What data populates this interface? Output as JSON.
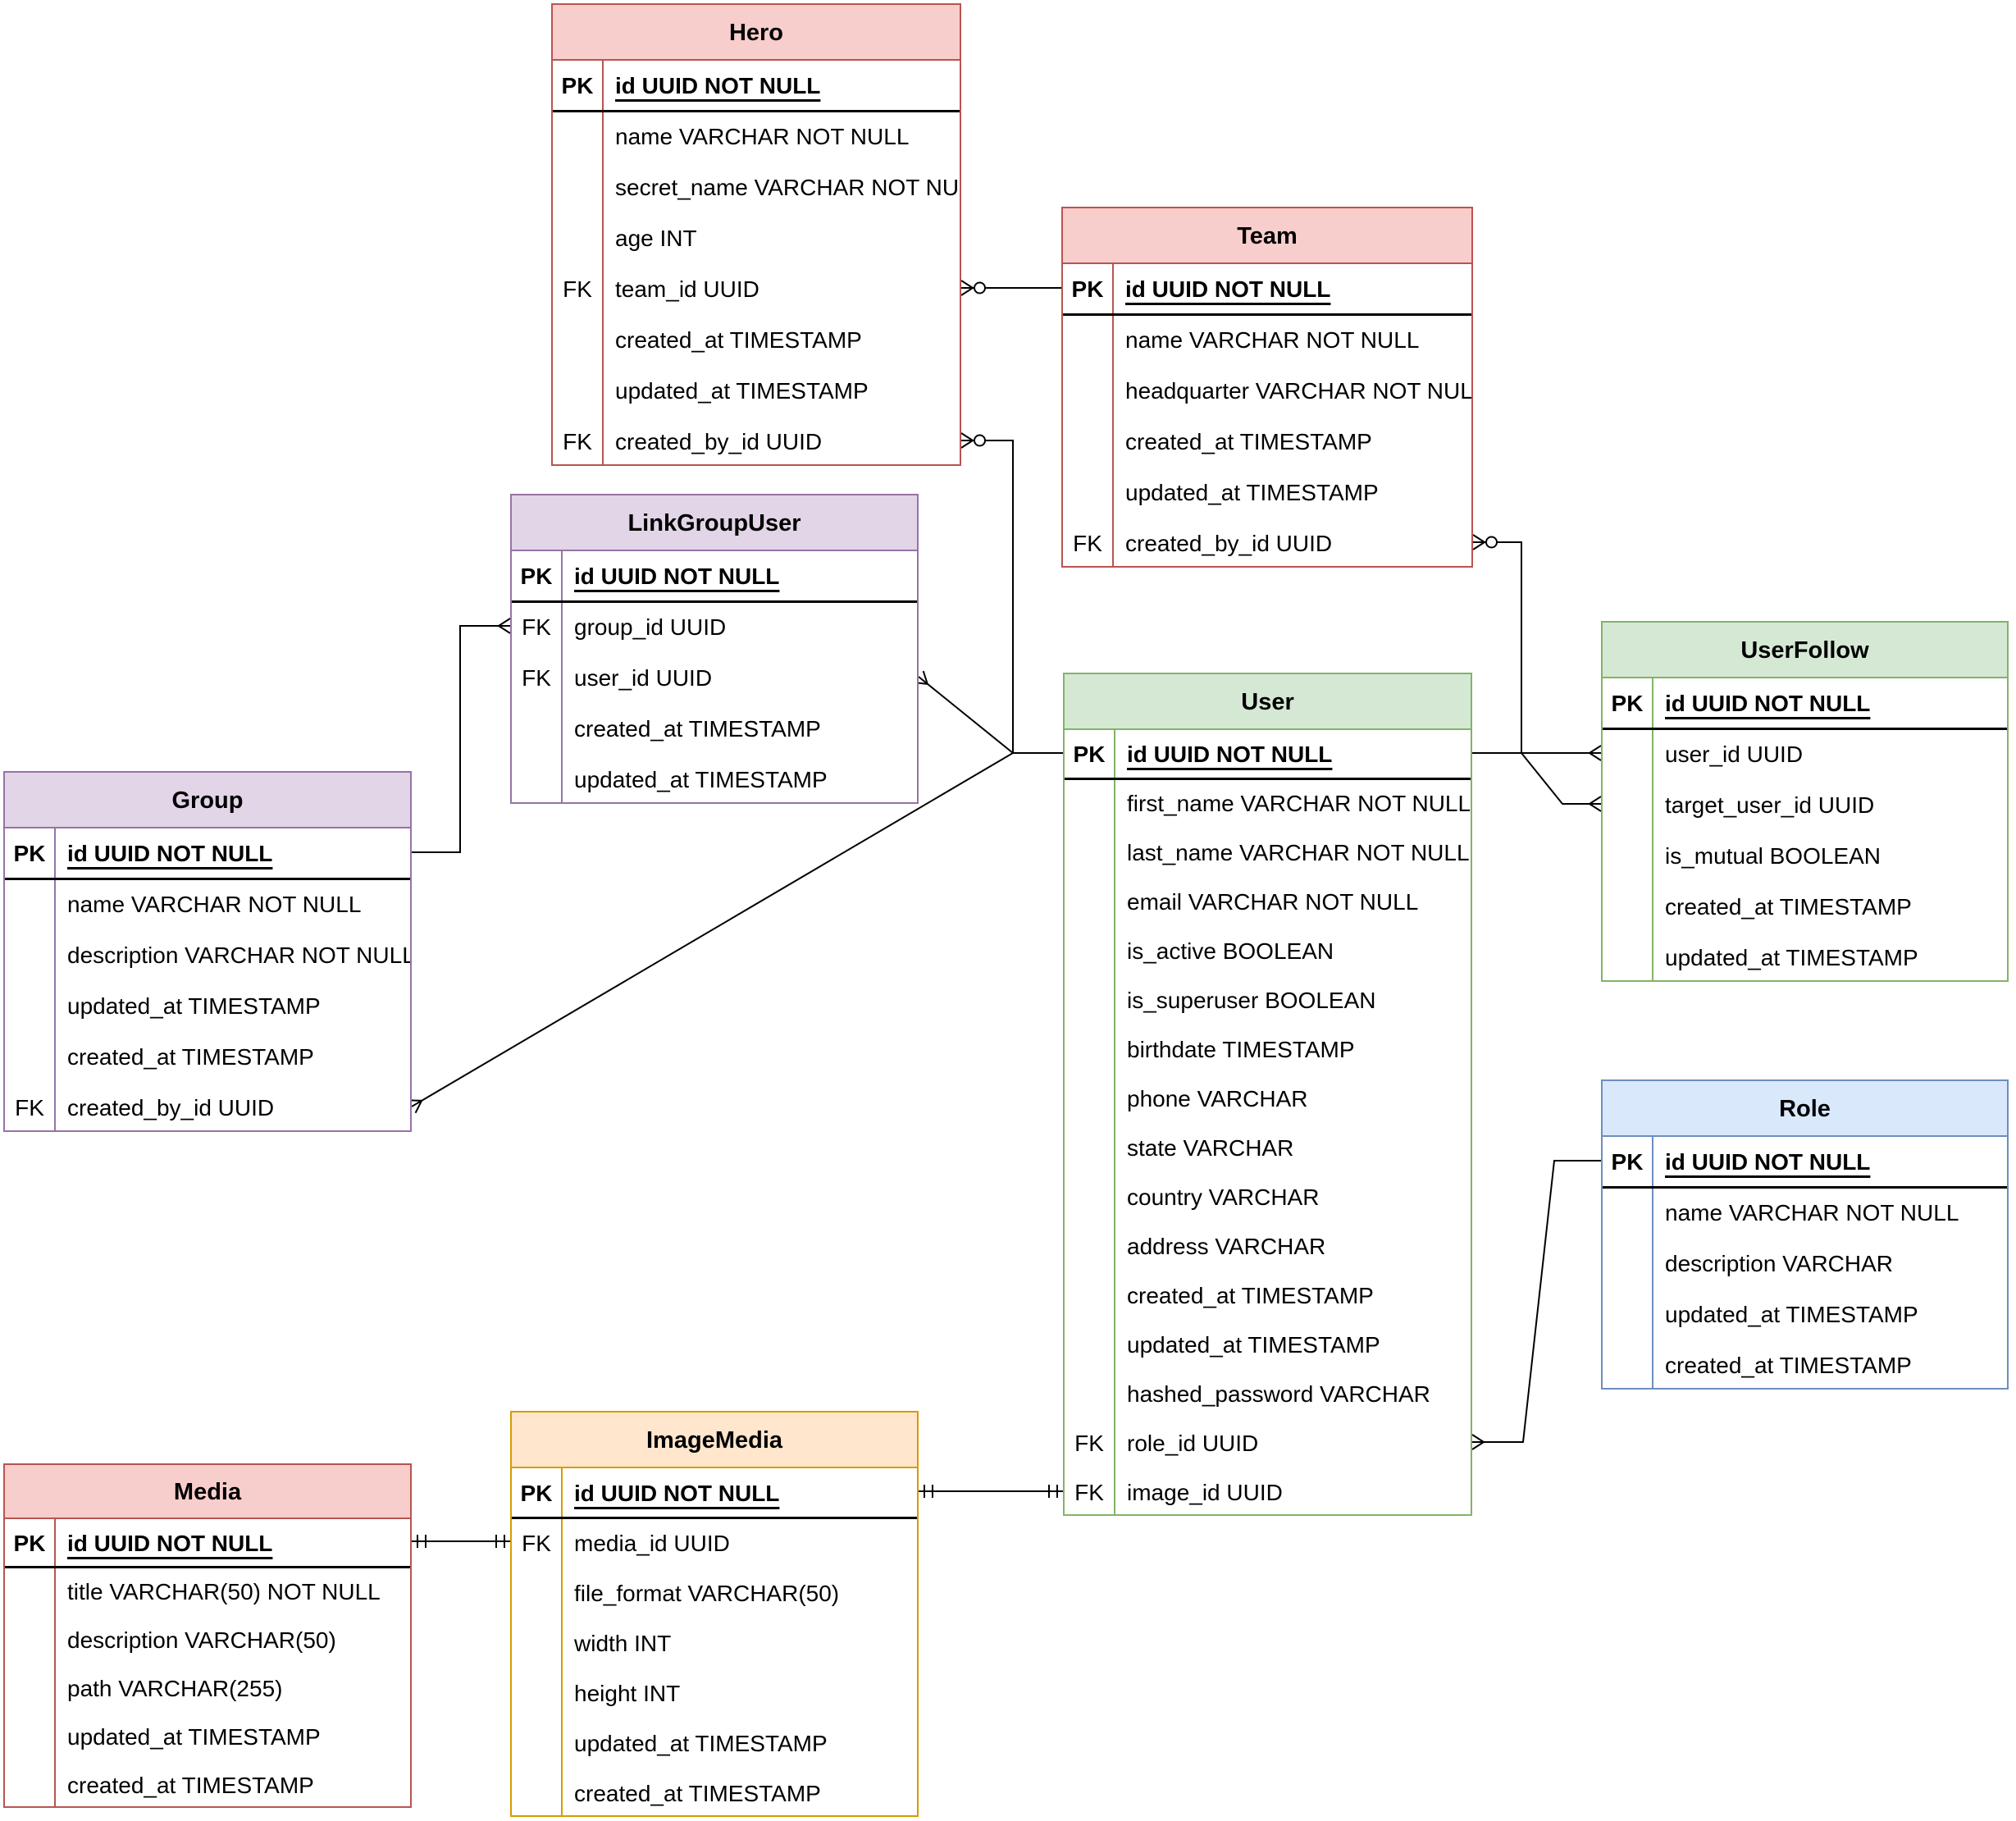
{
  "diagram": {
    "background": "#ffffff",
    "type": "entity-relationship"
  },
  "colors": {
    "red": {
      "fill": "#f8cecc",
      "stroke": "#b85450"
    },
    "purple": {
      "fill": "#e1d5e7",
      "stroke": "#9673a6"
    },
    "green": {
      "fill": "#d5e8d4",
      "stroke": "#82b366"
    },
    "blue": {
      "fill": "#dae8fc",
      "stroke": "#6c8ebf"
    },
    "orange": {
      "fill": "#ffe6cc",
      "stroke": "#d79b00"
    },
    "line": "#000000"
  },
  "tables": [
    {
      "id": "hero",
      "name": "Hero",
      "scheme": "red",
      "rows": [
        {
          "key": "PK",
          "text": "id UUID NOT NULL",
          "pk": true
        },
        {
          "key": "",
          "text": "name VARCHAR NOT NULL"
        },
        {
          "key": "",
          "text": "secret_name VARCHAR NOT NULL"
        },
        {
          "key": "",
          "text": "age INT"
        },
        {
          "key": "FK",
          "text": "team_id UUID"
        },
        {
          "key": "",
          "text": "created_at TIMESTAMP"
        },
        {
          "key": "",
          "text": "updated_at TIMESTAMP"
        },
        {
          "key": "FK",
          "text": "created_by_id UUID"
        }
      ]
    },
    {
      "id": "team",
      "name": "Team",
      "scheme": "red",
      "rows": [
        {
          "key": "PK",
          "text": "id UUID NOT NULL",
          "pk": true
        },
        {
          "key": "",
          "text": "name VARCHAR NOT NULL"
        },
        {
          "key": "",
          "text": "headquarter VARCHAR NOT NULL"
        },
        {
          "key": "",
          "text": "created_at TIMESTAMP"
        },
        {
          "key": "",
          "text": "updated_at TIMESTAMP"
        },
        {
          "key": "FK",
          "text": "created_by_id UUID"
        }
      ]
    },
    {
      "id": "linkgroupuser",
      "name": "LinkGroupUser",
      "scheme": "purple",
      "rows": [
        {
          "key": "PK",
          "text": "id UUID NOT NULL",
          "pk": true
        },
        {
          "key": "FK",
          "text": "group_id UUID"
        },
        {
          "key": "FK",
          "text": "user_id UUID"
        },
        {
          "key": "",
          "text": "created_at TIMESTAMP"
        },
        {
          "key": "",
          "text": "updated_at TIMESTAMP"
        }
      ]
    },
    {
      "id": "group",
      "name": "Group",
      "scheme": "purple",
      "rows": [
        {
          "key": "PK",
          "text": "id UUID NOT NULL",
          "pk": true
        },
        {
          "key": "",
          "text": "name VARCHAR NOT NULL"
        },
        {
          "key": "",
          "text": "description VARCHAR NOT NULL"
        },
        {
          "key": "",
          "text": "updated_at TIMESTAMP"
        },
        {
          "key": "",
          "text": "created_at TIMESTAMP"
        },
        {
          "key": "FK",
          "text": "created_by_id UUID"
        }
      ]
    },
    {
      "id": "user",
      "name": "User",
      "scheme": "green",
      "rows": [
        {
          "key": "PK",
          "text": "id UUID NOT NULL",
          "pk": true
        },
        {
          "key": "",
          "text": "first_name VARCHAR NOT NULL"
        },
        {
          "key": "",
          "text": "last_name VARCHAR NOT NULL"
        },
        {
          "key": "",
          "text": "email VARCHAR NOT NULL"
        },
        {
          "key": "",
          "text": "is_active BOOLEAN"
        },
        {
          "key": "",
          "text": "is_superuser BOOLEAN"
        },
        {
          "key": "",
          "text": "birthdate TIMESTAMP"
        },
        {
          "key": "",
          "text": "phone VARCHAR"
        },
        {
          "key": "",
          "text": "state VARCHAR"
        },
        {
          "key": "",
          "text": "country VARCHAR"
        },
        {
          "key": "",
          "text": "address VARCHAR"
        },
        {
          "key": "",
          "text": "created_at TIMESTAMP"
        },
        {
          "key": "",
          "text": "updated_at TIMESTAMP"
        },
        {
          "key": "",
          "text": "hashed_password VARCHAR"
        },
        {
          "key": "FK",
          "text": "role_id UUID"
        },
        {
          "key": "FK",
          "text": "image_id UUID"
        }
      ]
    },
    {
      "id": "userfollow",
      "name": "UserFollow",
      "scheme": "green",
      "rows": [
        {
          "key": "PK",
          "text": "id UUID NOT NULL",
          "pk": true
        },
        {
          "key": "",
          "text": "user_id UUID"
        },
        {
          "key": "",
          "text": "target_user_id UUID"
        },
        {
          "key": "",
          "text": "is_mutual BOOLEAN"
        },
        {
          "key": "",
          "text": "created_at TIMESTAMP"
        },
        {
          "key": "",
          "text": "updated_at TIMESTAMP"
        }
      ]
    },
    {
      "id": "role",
      "name": "Role",
      "scheme": "blue",
      "rows": [
        {
          "key": "PK",
          "text": "id UUID NOT NULL",
          "pk": true
        },
        {
          "key": "",
          "text": "name VARCHAR NOT NULL"
        },
        {
          "key": "",
          "text": "description VARCHAR"
        },
        {
          "key": "",
          "text": "updated_at TIMESTAMP"
        },
        {
          "key": "",
          "text": "created_at TIMESTAMP"
        }
      ]
    },
    {
      "id": "media",
      "name": "Media",
      "scheme": "red",
      "rows": [
        {
          "key": "PK",
          "text": "id UUID NOT NULL",
          "pk": true
        },
        {
          "key": "",
          "text": "title VARCHAR(50) NOT NULL"
        },
        {
          "key": "",
          "text": "description VARCHAR(50)"
        },
        {
          "key": "",
          "text": "path VARCHAR(255)"
        },
        {
          "key": "",
          "text": "updated_at TIMESTAMP"
        },
        {
          "key": "",
          "text": "created_at TIMESTAMP"
        }
      ]
    },
    {
      "id": "imagemedia",
      "name": "ImageMedia",
      "scheme": "orange",
      "rows": [
        {
          "key": "PK",
          "text": "id UUID NOT NULL",
          "pk": true
        },
        {
          "key": "FK",
          "text": "media_id UUID"
        },
        {
          "key": "",
          "text": "file_format VARCHAR(50)"
        },
        {
          "key": "",
          "text": "width INT"
        },
        {
          "key": "",
          "text": "height INT"
        },
        {
          "key": "",
          "text": "updated_at TIMESTAMP"
        },
        {
          "key": "",
          "text": "created_at TIMESTAMP"
        }
      ]
    }
  ],
  "relationships": [
    {
      "id": "hero-team",
      "from": "Hero.team_id",
      "to": "Team.id",
      "from_marker": "zero-or-many",
      "to_marker": "plain"
    },
    {
      "id": "hero-user",
      "from": "Hero.created_by_id",
      "to": "User.id",
      "from_marker": "zero-or-many",
      "to_marker": "plain"
    },
    {
      "id": "team-user",
      "from": "Team.created_by_id",
      "to": "User.id",
      "from_marker": "zero-or-many",
      "to_marker": "plain"
    },
    {
      "id": "lgu-group",
      "from": "LinkGroupUser.group_id",
      "to": "Group.id",
      "from_marker": "many",
      "to_marker": "plain"
    },
    {
      "id": "lgu-user",
      "from": "LinkGroupUser.user_id",
      "to": "User.id",
      "from_marker": "many",
      "to_marker": "plain"
    },
    {
      "id": "group-user",
      "from": "Group.created_by_id",
      "to": "User.id",
      "from_marker": "many",
      "to_marker": "plain"
    },
    {
      "id": "uf-user",
      "from": "UserFollow.user_id",
      "to": "User.id",
      "from_marker": "many",
      "to_marker": "plain"
    },
    {
      "id": "uf-target",
      "from": "UserFollow.target_user_id",
      "to": "User.id",
      "from_marker": "many",
      "to_marker": "plain"
    },
    {
      "id": "user-role",
      "from": "User.role_id",
      "to": "Role.id",
      "from_marker": "many",
      "to_marker": "plain"
    },
    {
      "id": "user-image",
      "from": "User.image_id",
      "to": "ImageMedia.id",
      "from_marker": "exactly-one",
      "to_marker": "exactly-one"
    },
    {
      "id": "image-media",
      "from": "ImageMedia.media_id",
      "to": "Media.id",
      "from_marker": "exactly-one",
      "to_marker": "exactly-one"
    }
  ]
}
